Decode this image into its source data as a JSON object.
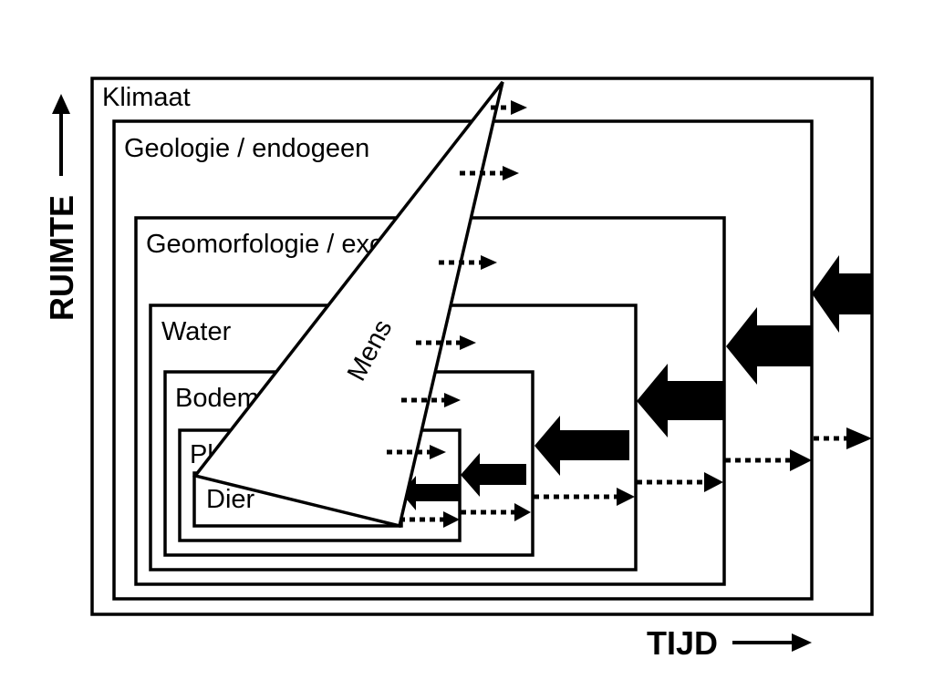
{
  "layers": [
    {
      "id": "klimaat",
      "label": "Klimaat"
    },
    {
      "id": "geologie",
      "label": "Geologie / endogeen"
    },
    {
      "id": "geomorfologie",
      "label": "Geomorfologie / exogeen"
    },
    {
      "id": "water",
      "label": "Water"
    },
    {
      "id": "bodem",
      "label": "Bodem"
    },
    {
      "id": "plant",
      "label": "Plant"
    },
    {
      "id": "dier",
      "label": "Dier"
    }
  ],
  "mens_label": "Mens",
  "axes": {
    "vertical": "RUIMTE",
    "horizontal": "TIJD"
  }
}
